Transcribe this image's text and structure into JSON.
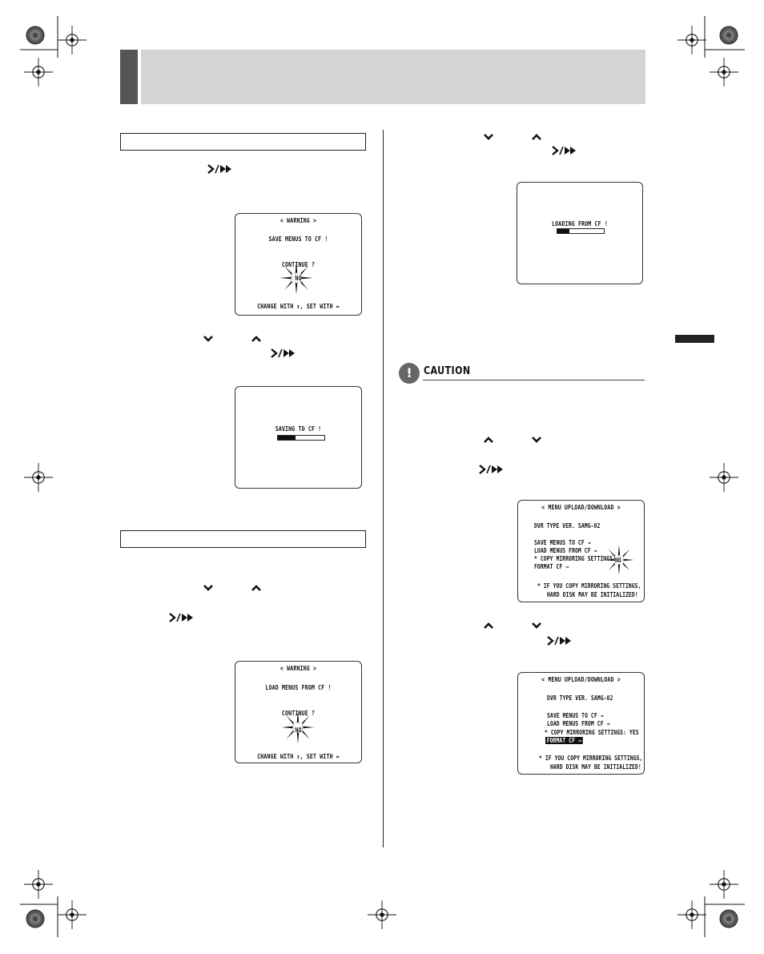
{
  "header": {
    "title": ""
  },
  "sections": [
    {
      "label": ""
    },
    {
      "label": ""
    }
  ],
  "caution": {
    "label": "CAUTION"
  },
  "screens": {
    "warning_save": {
      "title": "< WARNING >",
      "message": "SAVE MENUS TO CF !",
      "prompt": "CONTINUE ?",
      "selection": "NO",
      "footer": "CHANGE WITH ↕,   SET WITH ↔"
    },
    "saving": {
      "status": "SAVING TO CF !",
      "progress": 0.38
    },
    "warning_load": {
      "title": "< WARNING >",
      "message": "LOAD MENUS FROM CF !",
      "prompt": "CONTINUE ?",
      "selection": "NO",
      "footer": "CHANGE WITH ↕,   SET WITH ↔"
    },
    "loading": {
      "status": "LOADING FROM CF !",
      "progress": 0.25
    },
    "menu_no": {
      "title": "< MENU UPLOAD/DOWNLOAD >",
      "dvr_type": "DVR TYPE VER. SAMG-02",
      "save_item": "SAVE MENUS TO CF    →",
      "load_item": "LOAD MENUS FROM CF   →",
      "copy_item": "* COPY MIRRORING SETTINGS:",
      "copy_value": "NO",
      "format_item": "FORMAT CF           →",
      "note_line1": "* IF YOU COPY MIRRORING SETTINGS,",
      "note_line2": "HARD DISK MAY BE INITIALIZED!"
    },
    "menu_yes": {
      "title": "< MENU UPLOAD/DOWNLOAD >",
      "dvr_type": "DVR TYPE VER.  SAMG-02",
      "save_item": "SAVE MENUS TO CF    →",
      "load_item": "LOAD MENUS FROM CF   →",
      "copy_item": "* COPY MIRRORING SETTINGS: YES",
      "format_item": "FORMAT CF            →",
      "note_line1": "* IF YOU COPY MIRRORING SETTINGS,",
      "note_line2": "HARD DISK MAY BE INITIALIZED!"
    }
  },
  "icons": {
    "down": "chevron-down",
    "up": "chevron-up",
    "enter": "enter-play-icon"
  },
  "colors": {
    "header_dark": "#555555",
    "header_light": "#d4d4d4"
  }
}
